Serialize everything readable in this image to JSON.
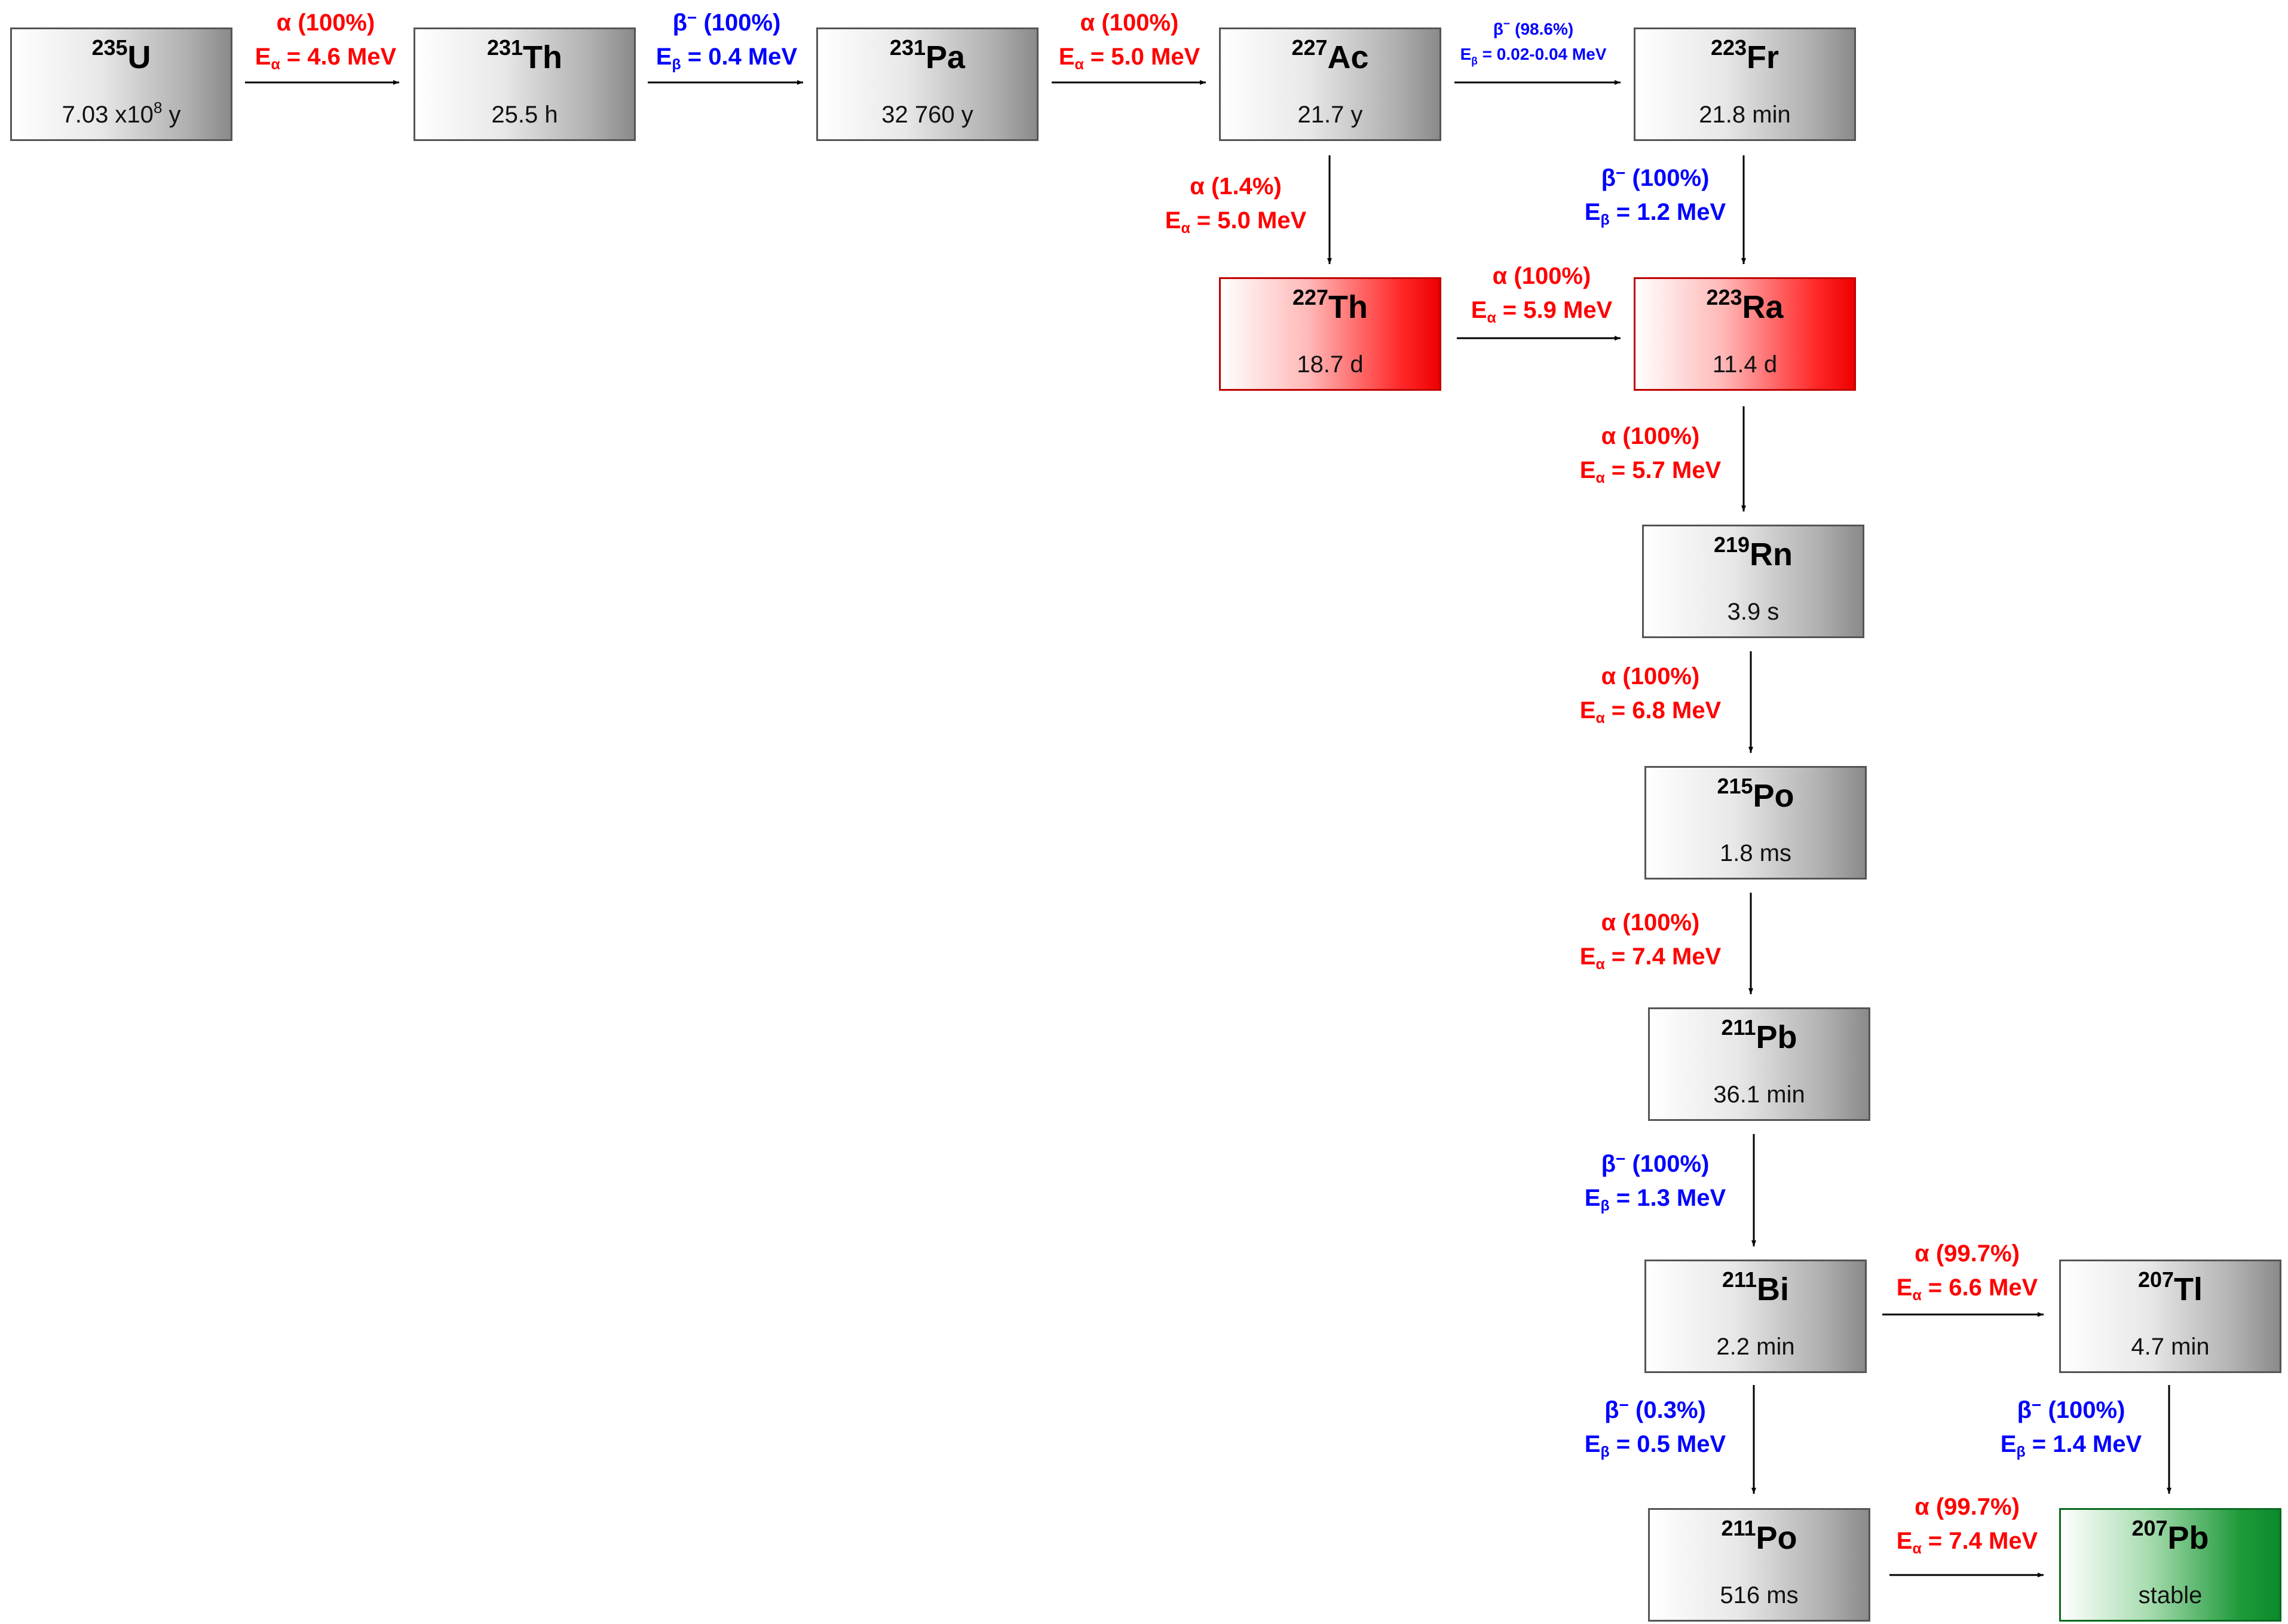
{
  "nuclides": [
    {
      "id": "u235",
      "mass": "235",
      "symbol": "U",
      "half_life": "7.03 x10",
      "half_life_exp": "8",
      "half_life_unit": " y",
      "style": "gray"
    },
    {
      "id": "th231",
      "mass": "231",
      "symbol": "Th",
      "half_life": "25.5 h",
      "style": "gray"
    },
    {
      "id": "pa231",
      "mass": "231",
      "symbol": "Pa",
      "half_life": "32 760 y",
      "style": "gray"
    },
    {
      "id": "ac227",
      "mass": "227",
      "symbol": "Ac",
      "half_life": "21.7 y",
      "style": "gray"
    },
    {
      "id": "fr223",
      "mass": "223",
      "symbol": "Fr",
      "half_life": "21.8 min",
      "style": "gray"
    },
    {
      "id": "th227",
      "mass": "227",
      "symbol": "Th",
      "half_life": "18.7 d",
      "style": "red"
    },
    {
      "id": "ra223",
      "mass": "223",
      "symbol": "Ra",
      "half_life": "11.4 d",
      "style": "red"
    },
    {
      "id": "rn219",
      "mass": "219",
      "symbol": "Rn",
      "half_life": "3.9 s",
      "style": "gray"
    },
    {
      "id": "po215",
      "mass": "215",
      "symbol": "Po",
      "half_life": "1.8 ms",
      "style": "gray"
    },
    {
      "id": "pb211",
      "mass": "211",
      "symbol": "Pb",
      "half_life": "36.1 min",
      "style": "gray"
    },
    {
      "id": "bi211",
      "mass": "211",
      "symbol": "Bi",
      "half_life": "2.2 min",
      "style": "gray"
    },
    {
      "id": "tl207",
      "mass": "207",
      "symbol": "Tl",
      "half_life": "4.7 min",
      "style": "gray"
    },
    {
      "id": "po211",
      "mass": "211",
      "symbol": "Po",
      "half_life": "516 ms",
      "style": "gray"
    },
    {
      "id": "pb207",
      "mass": "207",
      "symbol": "Pb",
      "half_life": "stable",
      "style": "green"
    }
  ],
  "decays": [
    {
      "from": "u235",
      "to": "th231",
      "mode": "alpha",
      "mode_symbol": "α",
      "branch": "(100%)",
      "energy_symbol": "E",
      "energy_sub": "α",
      "energy_value": " = 4.6 MeV"
    },
    {
      "from": "th231",
      "to": "pa231",
      "mode": "beta",
      "mode_symbol": "β",
      "mode_sup": "−",
      "branch": "(100%)",
      "energy_symbol": "E",
      "energy_sub": "β",
      "energy_value": " = 0.4 MeV"
    },
    {
      "from": "pa231",
      "to": "ac227",
      "mode": "alpha",
      "mode_symbol": "α",
      "branch": "(100%)",
      "energy_symbol": "E",
      "energy_sub": "α",
      "energy_value": " = 5.0 MeV"
    },
    {
      "from": "ac227",
      "to": "fr223",
      "mode": "beta",
      "mode_symbol": "β",
      "mode_sup": "−",
      "branch": "(98.6%)",
      "energy_symbol": "E",
      "energy_sub": "β",
      "energy_value": " = 0.02-0.04 MeV"
    },
    {
      "from": "ac227",
      "to": "th227",
      "mode": "alpha",
      "mode_symbol": "α",
      "branch": "(1.4%)",
      "energy_symbol": "E",
      "energy_sub": "α",
      "energy_value": " = 5.0 MeV"
    },
    {
      "from": "fr223",
      "to": "ra223",
      "mode": "beta",
      "mode_symbol": "β",
      "mode_sup": "−",
      "branch": "(100%)",
      "energy_symbol": "E",
      "energy_sub": "β",
      "energy_value": " = 1.2 MeV"
    },
    {
      "from": "th227",
      "to": "ra223",
      "mode": "alpha",
      "mode_symbol": "α",
      "branch": "(100%)",
      "energy_symbol": "E",
      "energy_sub": "α",
      "energy_value": " = 5.9 MeV"
    },
    {
      "from": "ra223",
      "to": "rn219",
      "mode": "alpha",
      "mode_symbol": "α",
      "branch": "(100%)",
      "energy_symbol": "E",
      "energy_sub": "α",
      "energy_value": " = 5.7 MeV"
    },
    {
      "from": "rn219",
      "to": "po215",
      "mode": "alpha",
      "mode_symbol": "α",
      "branch": "(100%)",
      "energy_symbol": "E",
      "energy_sub": "α",
      "energy_value": " = 6.8 MeV"
    },
    {
      "from": "po215",
      "to": "pb211",
      "mode": "alpha",
      "mode_symbol": "α",
      "branch": "(100%)",
      "energy_symbol": "E",
      "energy_sub": "α",
      "energy_value": " = 7.4 MeV"
    },
    {
      "from": "pb211",
      "to": "bi211",
      "mode": "beta",
      "mode_symbol": "β",
      "mode_sup": "−",
      "branch": "(100%)",
      "energy_symbol": "E",
      "energy_sub": "β",
      "energy_value": " = 1.3 MeV"
    },
    {
      "from": "bi211",
      "to": "tl207",
      "mode": "alpha",
      "mode_symbol": "α",
      "branch": "(99.7%)",
      "energy_symbol": "E",
      "energy_sub": "α",
      "energy_value": " = 6.6 MeV"
    },
    {
      "from": "bi211",
      "to": "po211",
      "mode": "beta",
      "mode_symbol": "β",
      "mode_sup": "−",
      "branch": "(0.3%)",
      "energy_symbol": "E",
      "energy_sub": "β",
      "energy_value": " = 0.5 MeV"
    },
    {
      "from": "tl207",
      "to": "pb207",
      "mode": "beta",
      "mode_symbol": "β",
      "mode_sup": "−",
      "branch": "(100%)",
      "energy_symbol": "E",
      "energy_sub": "β",
      "energy_value": " = 1.4 MeV"
    },
    {
      "from": "po211",
      "to": "pb207",
      "mode": "alpha",
      "mode_symbol": "α",
      "branch": "(99.7%)",
      "energy_symbol": "E",
      "energy_sub": "α",
      "energy_value": " = 7.4 MeV"
    }
  ],
  "colors": {
    "alpha": "#ff0000",
    "beta": "#0000ff",
    "highlight_red": "#ff0000",
    "highlight_green": "#0c8a2c",
    "neutral_gray": "#8a8a8a"
  }
}
